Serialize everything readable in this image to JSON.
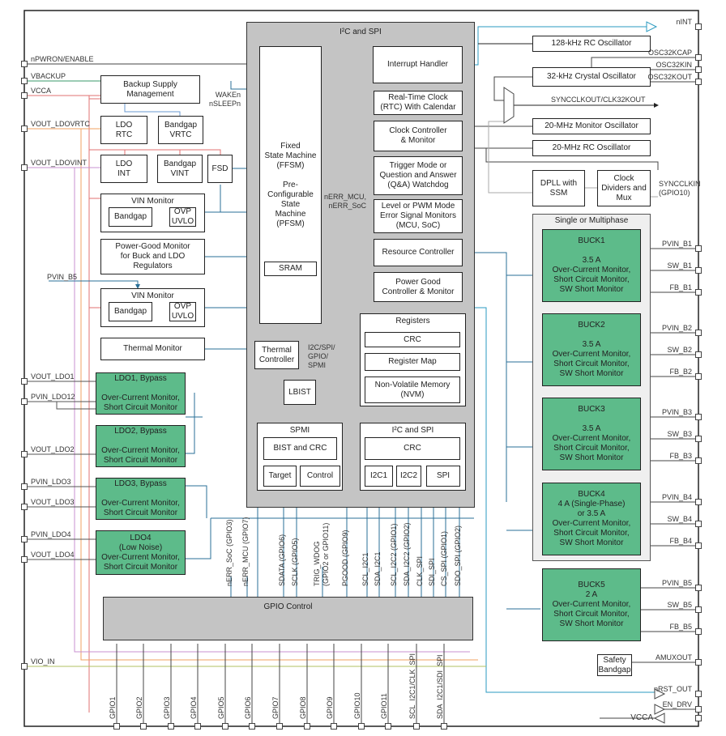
{
  "blocks": {
    "main_panel": "I²C and SPI",
    "fsm": "Fixed\nState Machine\n(FFSM)\n\nPre-\nConfigurable\nState\nMachine\n(PFSM)",
    "sram": "SRAM",
    "interrupt": "Interrupt Handler",
    "rtc": "Real-Time Clock\n(RTC) With Calendar",
    "clock_ctrl": "Clock Controller\n& Monitor",
    "watchdog": "Trigger Mode or\nQuestion and Answer\n(Q&A) Watchdog",
    "esm": "Level or PWM Mode\nError Signal Monitors\n(MCU, SoC)",
    "resource": "Resource Controller",
    "pgood_ctrl": "Power Good\nController & Monitor",
    "registers": "Registers",
    "reg_crc": "CRC",
    "reg_map": "Register Map",
    "nvm": "Non-Volatile Memory\n(NVM)",
    "thermal_ctrl": "Thermal\nController",
    "lbist": "LBIST",
    "spmi": "SPMI",
    "bist_crc": "BIST and CRC",
    "target": "Target",
    "control": "Control",
    "iface": "I²C and SPI",
    "iface_crc": "CRC",
    "i2c1": "I2C1",
    "i2c2": "I2C2",
    "spi": "SPI",
    "backup": "Backup Supply\nManagement",
    "ldo_rtc": "LDO\nRTC",
    "bg_vrtc": "Bandgap\nVRTC",
    "ldo_int": "LDO\nINT",
    "bg_vint": "Bandgap\nVINT",
    "fsd": "FSD",
    "vin_mon1": "VIN Monitor",
    "bandgap1": "Bandgap",
    "ovp1": "OVP\nUVLO",
    "pg_mon": "Power-Good Monitor\nfor Buck and LDO\nRegulators",
    "vin_mon2": "VIN Monitor",
    "bandgap2": "Bandgap",
    "ovp2": "OVP\nUVLO",
    "thermal_mon": "Thermal Monitor",
    "ldo1": "LDO1, Bypass\n\nOver-Current Monitor,\nShort Circuit Monitor",
    "ldo2": "LDO2, Bypass\n\nOver-Current Monitor,\nShort Circuit Monitor",
    "ldo3": "LDO3, Bypass\n\nOver-Current Monitor,\nShort Circuit Monitor",
    "ldo4": "LDO4\n(Low Noise)\nOver-Current Monitor,\nShort Circuit Monitor",
    "gpio_ctrl": "GPIO Control",
    "osc128": "128-kHz RC Oscillator",
    "osc32": "32-kHz Crystal Oscillator",
    "osc20m_mon": "20-MHz Monitor Oscillator",
    "osc20m_rc": "20-MHz RC Oscillator",
    "dpll": "DPLL with\nSSM",
    "clkdiv": "Clock\nDividers and\nMux",
    "multiphase": "Single or Multiphase",
    "buck1": "BUCK1\n\n3.5 A\nOver-Current Monitor,\nShort Circuit Monitor,\nSW Short Monitor",
    "buck2": "BUCK2\n\n3.5 A\nOver-Current Monitor,\nShort Circuit Monitor,\nSW Short Monitor",
    "buck3": "BUCK3\n\n3.5 A\nOver-Current Monitor,\nShort Circuit Monitor,\nSW Short Monitor",
    "buck4": "BUCK4\n4 A (Single-Phase)\nor 3.5 A\nOver-Current Monitor,\nShort Circuit Monitor,\nSW Short Monitor",
    "buck5": "BUCK5\n2 A\nOver-Current Monitor,\nShort Circuit Monitor,\nSW Short Monitor",
    "safety_bg": "Safety\nBandgap"
  },
  "labels": {
    "wake": "WAKEn\nnSLEEPn",
    "nerr": "nERR_MCU,\nnERR_SoC",
    "bus": "I2C/SPI/\nGPIO/\nSPMI",
    "syncclkout": "SYNCCLKOUT/CLK32KOUT",
    "syncclkin": "SYNCCLKIN\n(GPIO10)",
    "pvin_b5": "PVIN_B5"
  },
  "pins_left": [
    "nPWRON/ENABLE",
    "VBACKUP",
    "VCCA",
    "VOUT_LDOVRTC",
    "VOUT_LDOVINT",
    "VOUT_LDO1",
    "PVIN_LDO12",
    "VOUT_LDO2",
    "PVIN_LDO3",
    "VOUT_LDO3",
    "PVIN_LDO4",
    "VOUT_LDO4",
    "VIO_IN"
  ],
  "pins_right": [
    "nINT",
    "OSC32KCAP",
    "OSC32KIN",
    "OSC32KOUT",
    "PVIN_B1",
    "SW_B1",
    "FB_B1",
    "PVIN_B2",
    "SW_B2",
    "FB_B2",
    "PVIN_B3",
    "SW_B3",
    "FB_B3",
    "PVIN_B4",
    "SW_B4",
    "FB_B4",
    "PVIN_B5",
    "SW_B5",
    "FB_B5",
    "AMUXOUT",
    "nRST_OUT",
    "EN_DRV",
    "VCCA"
  ],
  "pins_bottom": [
    "GPIO1",
    "GPIO2",
    "GPIO3",
    "GPIO4",
    "GPIO5",
    "GPIO6",
    "GPIO7",
    "GPIO8",
    "GPIO9",
    "GPIO10",
    "GPIO11",
    "SCL_I2C1/CLK_SPI",
    "SDA_I2C1/SDI_SPI"
  ],
  "signals": [
    "nERR_SoC (GPIO3)",
    "nERR_MCU (GPIO7)",
    "SDATA (GPIO6)",
    "SCLK (GPIO5)",
    "TRIG_WDOG",
    "(GPIO2 or GPIO11)",
    "PGOOD (GPIO9)",
    "SCL_I2C1",
    "SDA_I2C1",
    "SCL_I2C2 (GPIO1)",
    "SDA_I2C2 (GPIO2)",
    "CLK_SPI",
    "SDI_SPI",
    "CS_SPI (GPIO1)",
    "SDO_SPI (GPIO2)"
  ]
}
